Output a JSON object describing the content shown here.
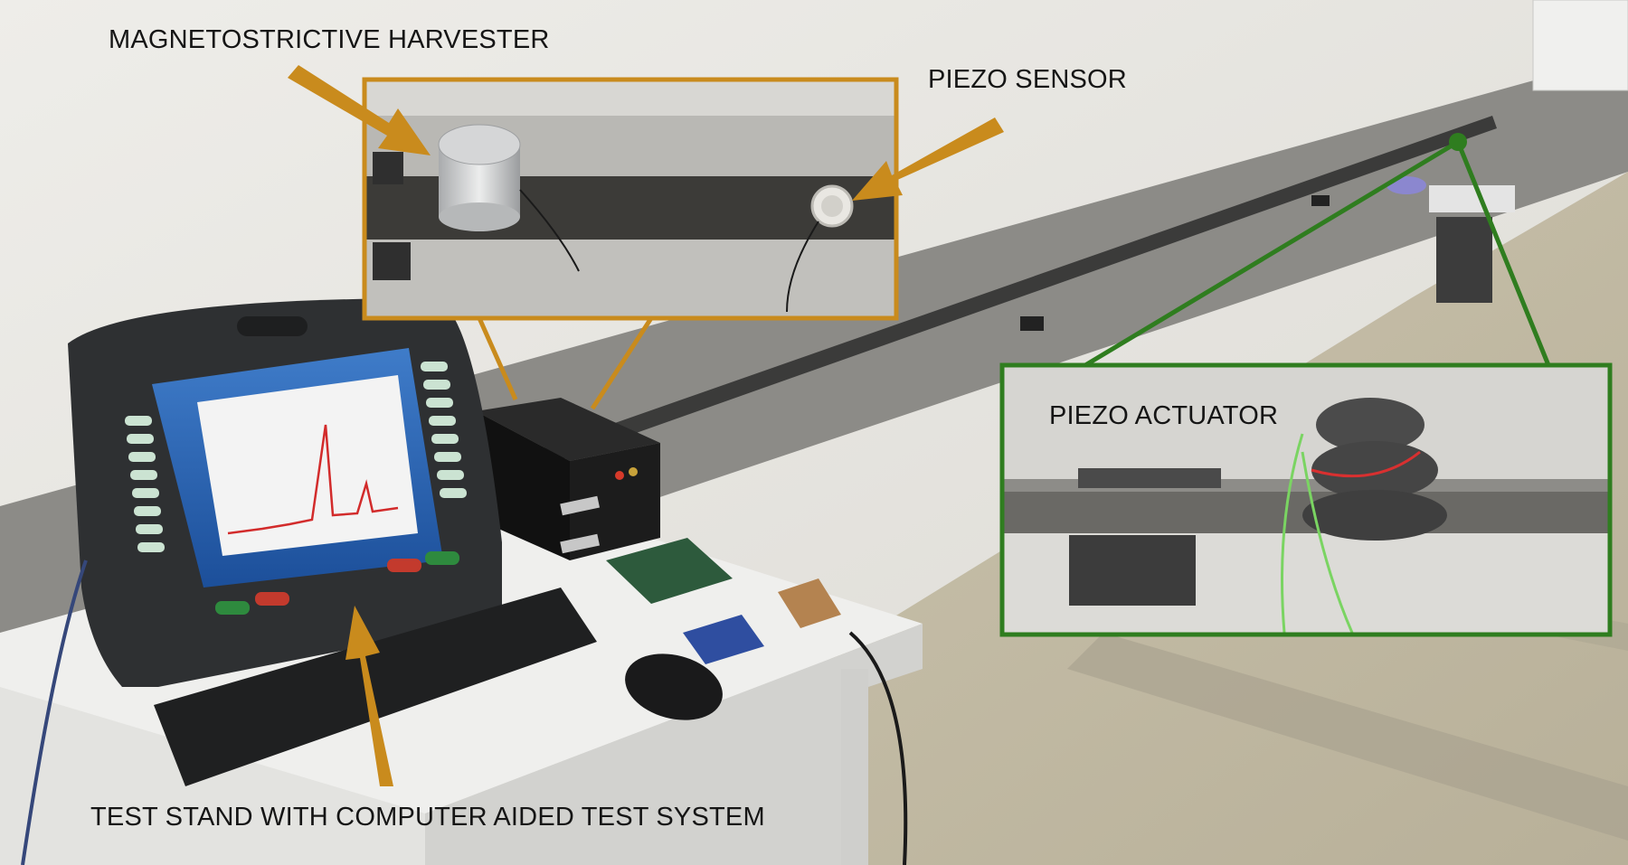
{
  "labels": {
    "harvester": "MAGNETOSTRICTIVE HARVESTER",
    "piezo_sensor": "PIEZO SENSOR",
    "piezo_actuator": "PIEZO ACTUATOR",
    "test_stand": "TEST STAND WITH COMPUTER AIDED TEST SYSTEM"
  },
  "colors": {
    "orange_callout": "#c98b1d",
    "green_callout": "#2f7d1f",
    "wall": "#e6e4df",
    "gray_stripe": "#898884",
    "floor": "#bfb8a4"
  }
}
